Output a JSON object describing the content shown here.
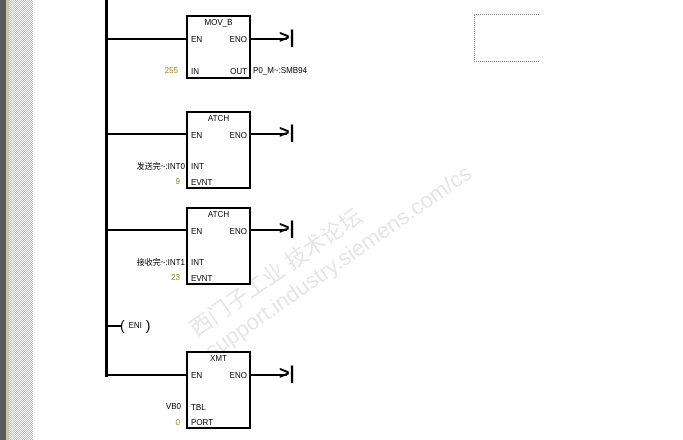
{
  "watermark": {
    "cn": "西门子工业  技术论坛",
    "url": "support.industry.siemens.com/cs"
  },
  "blocks": [
    {
      "title": "MOV_B",
      "en": "EN",
      "eno": "ENO",
      "pins": [
        {
          "name": "IN",
          "value": "255"
        }
      ],
      "out": {
        "name": "OUT",
        "value": "P0_M~:SMB94"
      }
    },
    {
      "title": "ATCH",
      "en": "EN",
      "eno": "ENO",
      "pins": [
        {
          "name": "INT",
          "value": "发送完~:INT0"
        },
        {
          "name": "EVNT",
          "value": "9"
        }
      ]
    },
    {
      "title": "ATCH",
      "en": "EN",
      "eno": "ENO",
      "pins": [
        {
          "name": "INT",
          "value": "接收完~:INT1"
        },
        {
          "name": "EVNT",
          "value": "23"
        }
      ]
    },
    {
      "title": "XMT",
      "en": "EN",
      "eno": "ENO",
      "pins": [
        {
          "name": "TBL",
          "value": "VB0"
        },
        {
          "name": "PORT",
          "value": "0"
        }
      ]
    }
  ],
  "eni": {
    "label": "ENI"
  }
}
